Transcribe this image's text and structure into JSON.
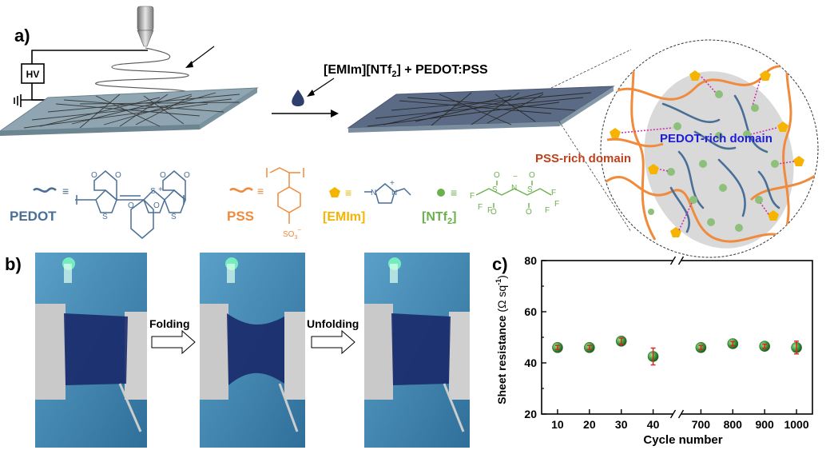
{
  "panel_a": {
    "label": "a)",
    "hv_label": "HV",
    "solution_main": "[EMIm][NTf",
    "solution_sub": "2",
    "solution_tail": "] + PEDOT:PSS",
    "pss_domain": "PSS-rich domain",
    "pedot_domain": "PEDOT-rich domain",
    "legend": {
      "pedot": "PEDOT",
      "pss": "PSS",
      "emim": "[EMIm]",
      "ntf2_main": "[NTf",
      "ntf2_sub": "2",
      "ntf2_tail": "]",
      "equiv": "≡",
      "so3": "SO",
      "so3_sub": "3",
      "f": "F",
      "s": "S",
      "n": "N",
      "o": "O",
      "plus": "+",
      "minus": "−"
    },
    "colors": {
      "pedot": "#4a6f96",
      "pss": "#f08a3c",
      "emim": "#f6b400",
      "ntf2": "#6ab04c",
      "pss_domain_text": "#c0401a",
      "pedot_domain_text": "#1d1dd6",
      "substrate": "#8fa6b2",
      "dashed_link": "#cc33aa"
    }
  },
  "panel_b": {
    "label": "b)",
    "step1": "Folding",
    "step2": "Unfolding"
  },
  "panel_c": {
    "label": "c)"
  },
  "chart_data": {
    "type": "scatter",
    "xlabel": "Cycle number",
    "ylabel": "Sheet resistance",
    "ylabel_unit": "(Ω sq",
    "ylabel_unit_sup": "-1",
    "ylabel_unit_tail": ")",
    "x_ticks": [
      "10",
      "20",
      "30",
      "40",
      "700",
      "800",
      "900",
      "1000"
    ],
    "y_ticks": [
      20,
      40,
      60,
      80
    ],
    "ylim": [
      20,
      80
    ],
    "axis_break": true,
    "points": [
      {
        "x": "10",
        "y": 46.0,
        "err": 0.8
      },
      {
        "x": "20",
        "y": 46.0,
        "err": 0.8
      },
      {
        "x": "30",
        "y": 48.5,
        "err": 1.2
      },
      {
        "x": "40",
        "y": 42.5,
        "err": 3.3
      },
      {
        "x": "700",
        "y": 46.0,
        "err": 0.8
      },
      {
        "x": "800",
        "y": 47.5,
        "err": 0.8
      },
      {
        "x": "900",
        "y": 46.5,
        "err": 0.8
      },
      {
        "x": "1000",
        "y": 46.0,
        "err": 2.5
      }
    ],
    "marker_color": "#3c9a3c",
    "error_color": "#e02020"
  }
}
